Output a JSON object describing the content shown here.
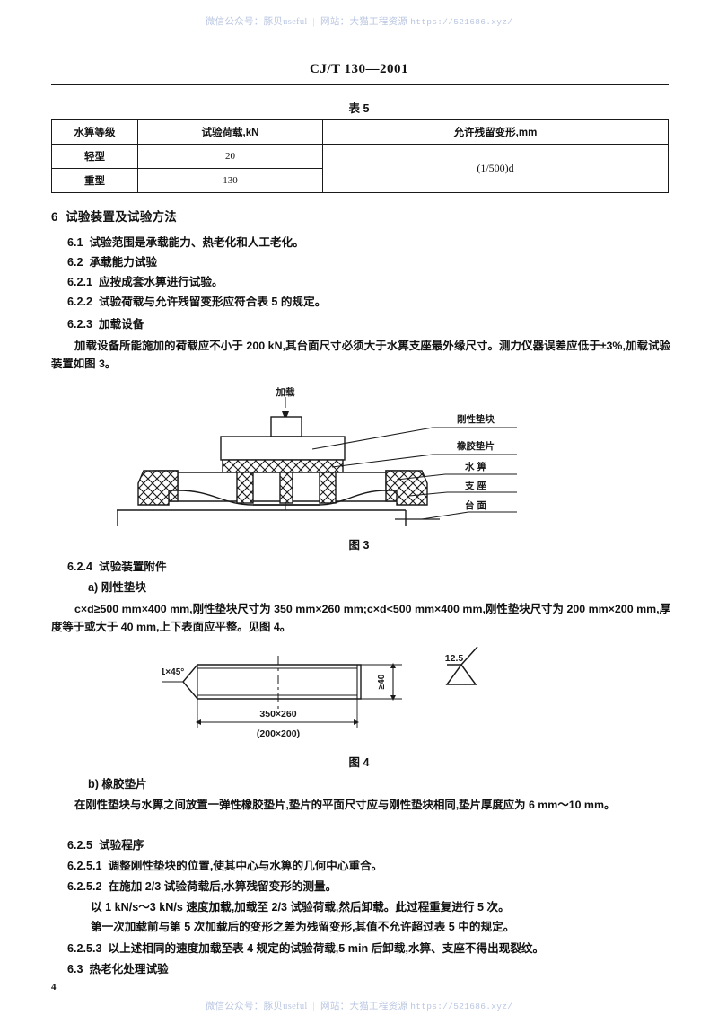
{
  "watermark": {
    "wechat_label": "微信公众号：豚贝useful",
    "separator": "|",
    "site_label": "网站：大猫工程资源",
    "url": "https://521686.xyz/"
  },
  "header": {
    "standard_code": "CJ/T  130—2001"
  },
  "table5": {
    "caption": "表 5",
    "headers": [
      "水箅等级",
      "试验荷载,kN",
      "允许残留变形,mm"
    ],
    "rows": [
      {
        "grade": "轻型",
        "load": "20"
      },
      {
        "grade": "重型",
        "load": "130"
      }
    ],
    "merged_value": "(1/500)d"
  },
  "sections": {
    "s6_title": "6  试验装置及试验方法",
    "s61": "6.1  试验范围是承载能力、热老化和人工老化。",
    "s62": "6.2  承载能力试验",
    "s621": "6.2.1  应按成套水箅进行试验。",
    "s622": "6.2.2  试验荷载与允许残留变形应符合表 5 的规定。",
    "s623": "6.2.3  加载设备",
    "s623_body": "加载设备所能施加的荷载应不小于 200 kN,其台面尺寸必须大于水箅支座最外缘尺寸。测力仪器误差应低于±3%,加载试验装置如图 3。",
    "s624": "6.2.4  试验装置附件",
    "s624_a": "a) 刚性垫块",
    "s624_a_body": "c×d≥500 mm×400 mm,刚性垫块尺寸为 350 mm×260 mm;c×d<500 mm×400 mm,刚性垫块尺寸为 200 mm×200 mm,厚度等于或大于 40 mm,上下表面应平整。见图 4。",
    "s624_b": "b) 橡胶垫片",
    "s624_b_body": "在刚性垫块与水箅之间放置一弹性橡胶垫片,垫片的平面尺寸应与刚性垫块相同,垫片厚度应为 6 mm～10 mm。",
    "s625": "6.2.5  试验程序",
    "s6251": "6.2.5.1  调整刚性垫块的位置,使其中心与水箅的几何中心重合。",
    "s6252": "6.2.5.2  在施加 2/3 试验荷载后,水箅残留变形的测量。",
    "s6252_body1": "以 1 kN/s～3 kN/s 速度加载,加载至 2/3 试验荷载,然后卸载。此过程重复进行 5 次。",
    "s6252_body2": "第一次加载前与第 5 次加载后的变形之差为残留变形,其值不允许超过表 5 中的规定。",
    "s6253": "6.2.5.3  以上述相同的速度加载至表 4 规定的试验荷载,5 min 后卸载,水箅、支座不得出现裂纹。",
    "s63": "6.3  热老化处理试验"
  },
  "figure3": {
    "caption": "图 3",
    "load_label": "加载",
    "callouts": [
      "刚性垫块",
      "橡胶垫片",
      "水  箅",
      "支  座",
      "台  面"
    ]
  },
  "figure4": {
    "caption": "图 4",
    "chamfer_label": "1×45°",
    "thickness_label": "≥40",
    "dim_primary": "350×260",
    "dim_secondary": "(200×200)",
    "roughness_label": "12.5"
  },
  "footer": {
    "page_number": "4"
  }
}
